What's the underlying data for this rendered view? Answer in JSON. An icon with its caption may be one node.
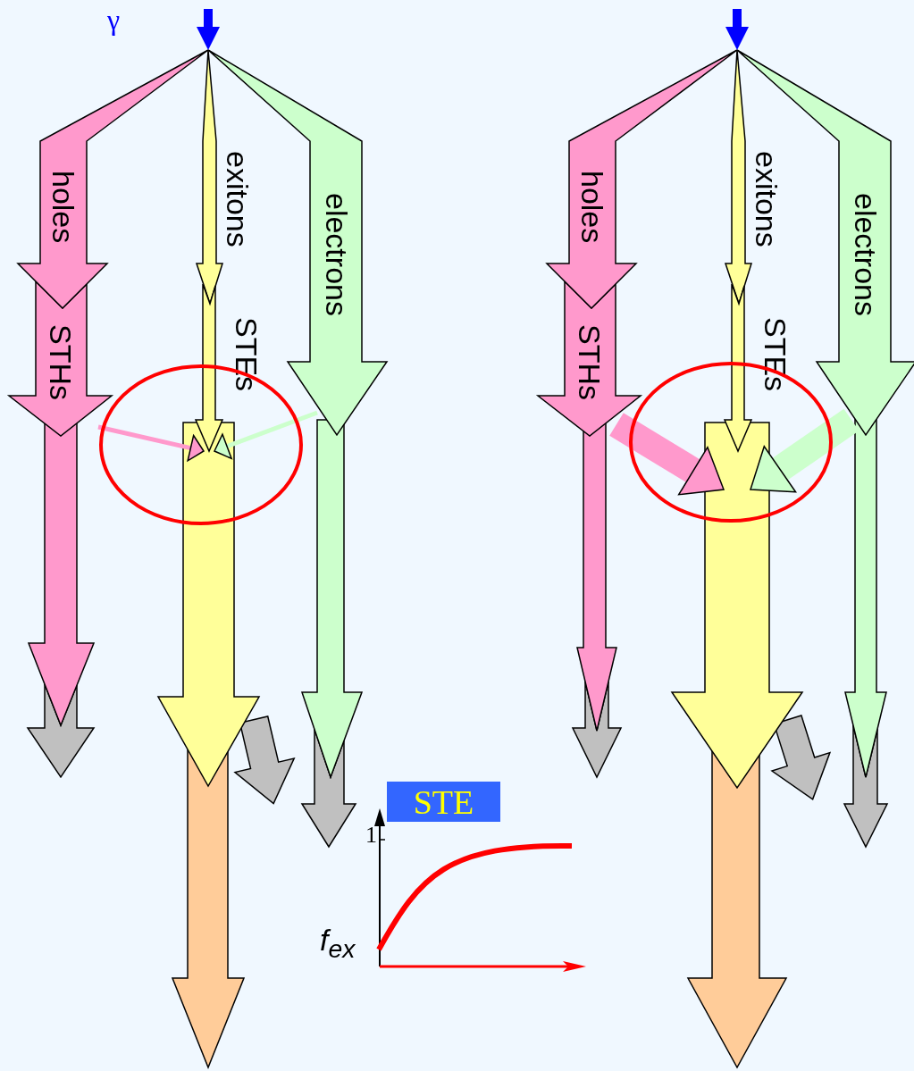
{
  "diagram": {
    "nodes": [
      {
        "text": [],
        "shape": "arrow"
      },
      {
        "text": [
          "holes"
        ]
      },
      {
        "text": [
          "exitons"
        ]
      },
      {
        "text": [
          "electrons"
        ]
      },
      {
        "text": [
          "STHs"
        ]
      },
      {
        "text": [
          "STEs"
        ]
      },
      {
        "text": [],
        "shape": "arrow"
      },
      {
        "text": [],
        "shape": "arrow"
      },
      {
        "text": [],
        "shape": "arrow"
      },
      {
        "text": [],
        "shape": "arrow"
      },
      {
        "text": [
          "STE"
        ]
      },
      {
        "text": [],
        "shape": "arrow"
      },
      {
        "text": [
          "holes"
        ]
      },
      {
        "text": [
          "exitons"
        ]
      },
      {
        "text": [
          "electrons"
        ]
      },
      {
        "text": [
          "STHs"
        ]
      },
      {
        "text": [
          "STEs"
        ]
      },
      {
        "text": [],
        "shape": "arrow"
      },
      {
        "text": [],
        "shape": "arrow"
      },
      {
        "text": [],
        "shape": "arrow"
      },
      {
        "text": [],
        "shape": "arrow"
      },
      {
        "text": [],
        "shape": "arrow"
      },
      {
        "text": [],
        "shape": "arrow"
      },
      {
        "text": [],
        "shape": "arrow"
      },
      {
        "text": [],
        "shape": "arrow"
      },
      {
        "text": [],
        "shape": "arrow"
      },
      {
        "text": [],
        "shape": "arrow"
      }
    ],
    "edges": [
      {
        "from": 4,
        "to": 7,
        "arrow": "to",
        "color": "#ff99cc"
      },
      {
        "from": 3,
        "to": 7,
        "arrow": "to",
        "color": "#ccffcc"
      },
      {
        "from": 15,
        "to": 18,
        "arrow": "to",
        "color": "#ff99cc",
        "style": "thick"
      },
      {
        "from": 14,
        "to": 18,
        "arrow": "to",
        "color": "#ccffcc",
        "style": "thick"
      }
    ],
    "labels": [
      "γ",
      "1",
      "f$_{ex}$"
    ]
  }
}
